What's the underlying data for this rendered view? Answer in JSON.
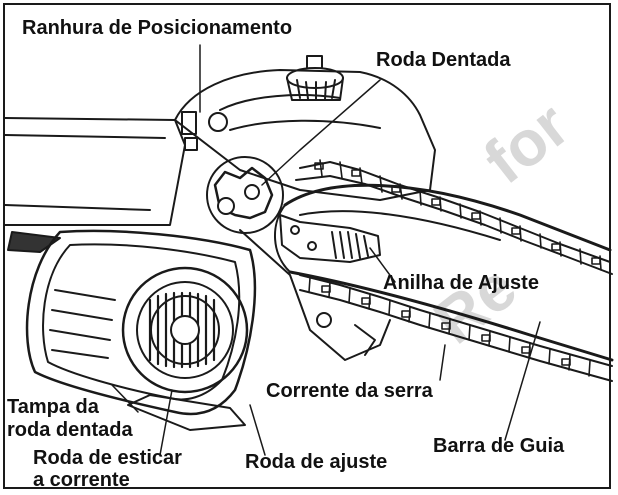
{
  "labels": {
    "ranhura": "Ranhura de Posicionamento",
    "roda_dentada": "Roda Dentada",
    "anilha": "Anilha de Ajuste",
    "corrente": "Corrente da serra",
    "tampa_line1": "Tampa da",
    "tampa_line2": "roda dentada",
    "esticar_line1": "Roda de esticar",
    "esticar_line2": "a corrente",
    "roda_ajuste": "Roda de ajuste",
    "barra": "Barra de Guia"
  },
  "colors": {
    "ink": "#111111",
    "watermark": "#d8d8d8"
  }
}
